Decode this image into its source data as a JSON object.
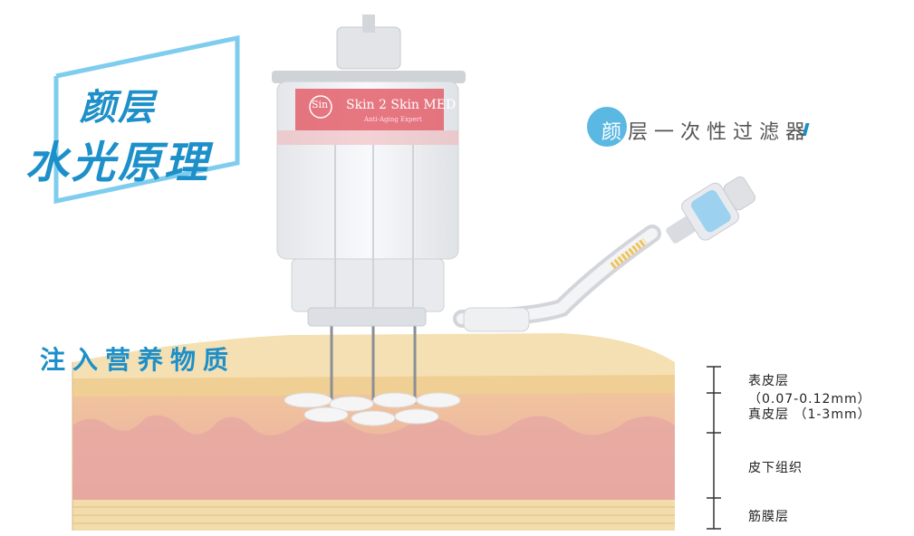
{
  "title": {
    "line1": "颜层",
    "line2": "水光原理"
  },
  "inject_label": "注入营养物质",
  "filter_label": {
    "first_char": "颜",
    "rest": "层一次性过滤器"
  },
  "device": {
    "brand": "Skin 2 Skin MED",
    "tagline": "Anti-Aging Expert",
    "logo": "Sin"
  },
  "layers": [
    {
      "name": "表皮层",
      "range": "（0.07-0.12mm）"
    },
    {
      "name": "真皮层",
      "range": "（1-3mm）"
    },
    {
      "name": "皮下组织",
      "range": ""
    },
    {
      "name": "筋膜层",
      "range": ""
    }
  ],
  "colors": {
    "accent": "#1d8fc9",
    "epidermis": "#f3dcaa",
    "dermis": "#eeb9a2",
    "subcutis": "#e2a2a0",
    "fascia": "#f1dcab",
    "device_band": "#e2646e"
  }
}
